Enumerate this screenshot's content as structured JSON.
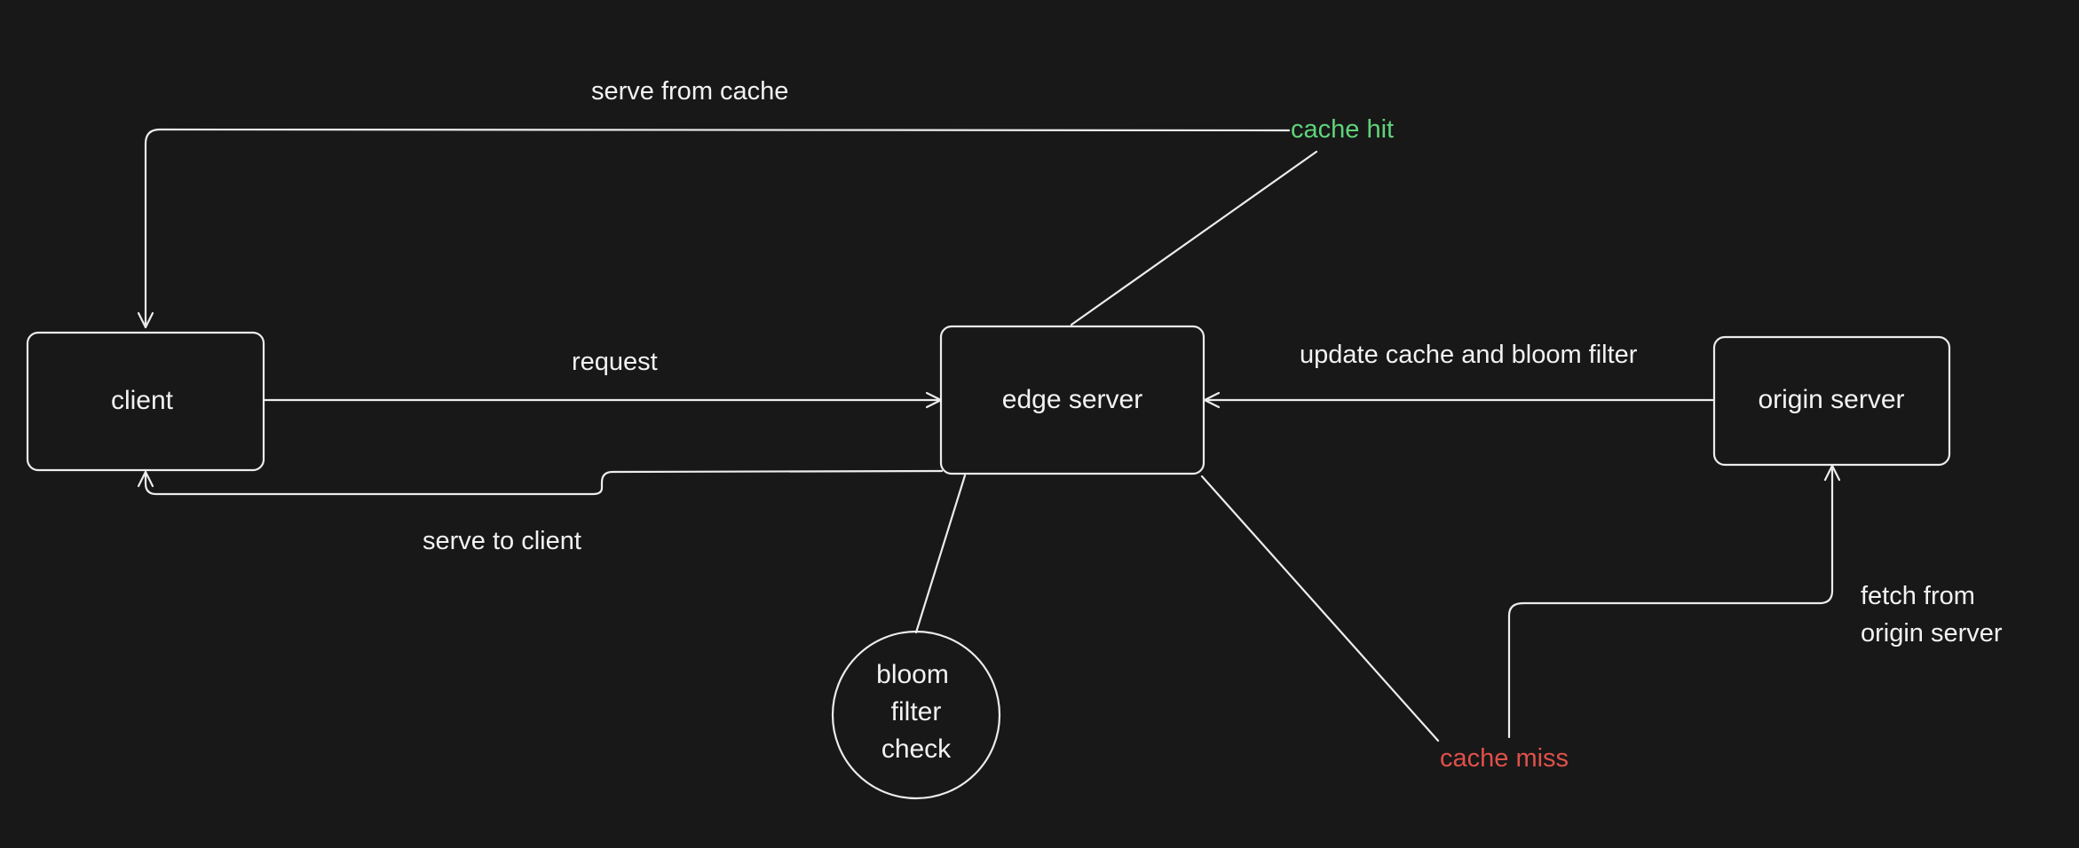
{
  "colors": {
    "background": "#181818",
    "stroke": "#ececec",
    "text": "#f2f2f2",
    "cache_hit": "#5fd37a",
    "cache_miss": "#e0504a"
  },
  "nodes": {
    "client": "client",
    "edge_server": "edge server",
    "origin_server": "origin server",
    "bloom_filter_check": [
      "bloom",
      "filter",
      "check"
    ]
  },
  "labels": {
    "serve_from_cache": "serve from cache",
    "request": "request",
    "serve_to_client": "serve to client",
    "update_cache": "update cache and bloom filter",
    "fetch_from_origin": [
      "fetch from",
      "origin server"
    ],
    "cache_hit": "cache hit",
    "cache_miss": "cache miss"
  }
}
